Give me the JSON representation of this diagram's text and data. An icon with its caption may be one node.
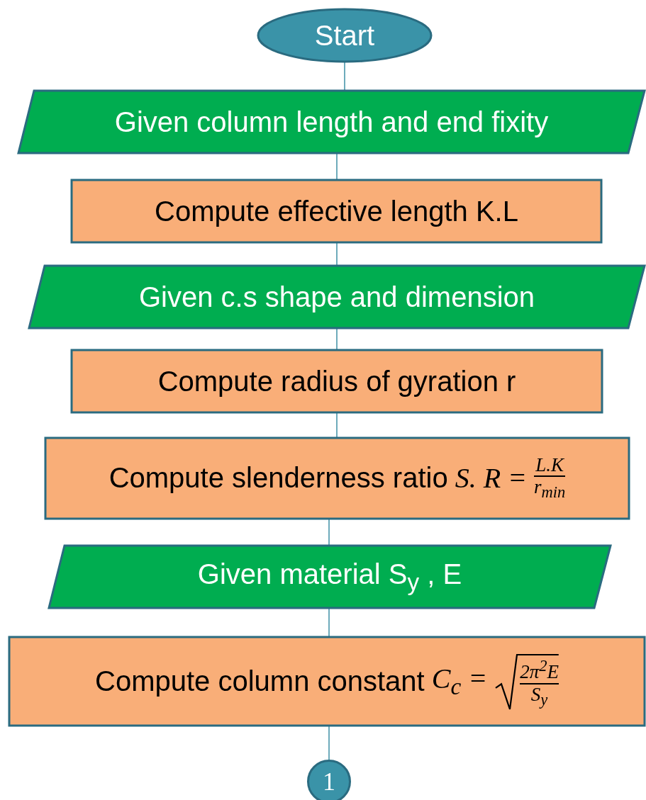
{
  "diagram": {
    "nodes": [
      {
        "text": [
          "Start"
        ]
      },
      {
        "text": [
          "Given column length and end fixity"
        ]
      },
      {
        "text": [
          "Compute effective length K.L"
        ]
      },
      {
        "text": [
          "Given c.s shape and dimension"
        ]
      },
      {
        "text": [
          "Compute radius of gyration r"
        ]
      },
      {
        "text": [
          "Compute slenderness ratio",
          "S. R =",
          "L.K",
          "r$_{min}$"
        ]
      },
      {
        "text": [
          "Given material S$_{y}$ , E"
        ]
      },
      {
        "text": [
          "Compute column constant",
          "C$_{c}$ =",
          "2π$^{2}$E",
          "S$_{y}$"
        ]
      },
      {
        "text": [
          "1"
        ]
      }
    ],
    "edges": [
      {
        "from": 0,
        "to": 1,
        "arrow": "none"
      },
      {
        "from": 1,
        "to": 2,
        "arrow": "none"
      },
      {
        "from": 2,
        "to": 3,
        "arrow": "none"
      },
      {
        "from": 3,
        "to": 4,
        "arrow": "none"
      },
      {
        "from": 4,
        "to": 5,
        "arrow": "none"
      },
      {
        "from": 5,
        "to": 6,
        "arrow": "none"
      },
      {
        "from": 6,
        "to": 7,
        "arrow": "none"
      },
      {
        "from": 7,
        "to": 8,
        "arrow": "none"
      }
    ]
  }
}
